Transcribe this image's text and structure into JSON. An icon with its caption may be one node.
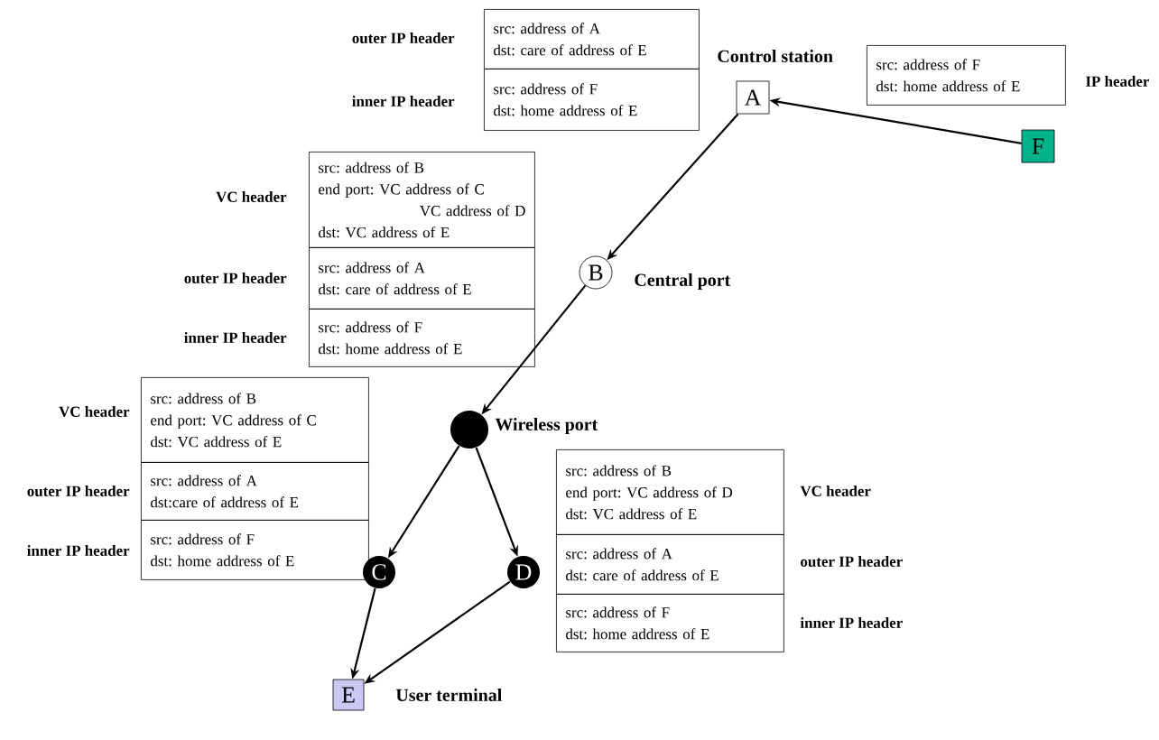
{
  "diagram": {
    "nodes": [
      {
        "text": [
          "A"
        ],
        "beside": [
          "Control station"
        ]
      },
      {
        "text": [
          "F"
        ]
      },
      {
        "text": [
          "B"
        ],
        "beside": [
          "Central port"
        ]
      },
      {
        "text": [],
        "shape": "circle",
        "beside": [
          "Wireless port"
        ]
      },
      {
        "text": [
          "C"
        ]
      },
      {
        "text": [
          "D"
        ]
      },
      {
        "text": [
          "E"
        ],
        "beside": [
          "User terminal"
        ]
      },
      {
        "text": [
          "src: address of A",
          "dst: care of address of E"
        ],
        "beside": [
          "outer IP header"
        ]
      },
      {
        "text": [
          "src: address of F",
          "dst: home address of E"
        ],
        "beside": [
          "inner IP header"
        ]
      },
      {
        "text": [
          "src: address of F",
          "dst: home address of E"
        ],
        "beside": [
          "IP header"
        ]
      },
      {
        "text": [
          "src: address of B",
          "end port: VC address of C",
          "VC address of D",
          "dst: VC address of E"
        ],
        "beside": [
          "VC header"
        ]
      },
      {
        "text": [
          "src: address of A",
          "dst: care of address of E"
        ],
        "beside": [
          "outer IP header"
        ]
      },
      {
        "text": [
          "src: address of F",
          "dst: home address of E"
        ],
        "beside": [
          "inner IP header"
        ]
      },
      {
        "text": [
          "src: address of B",
          "end port: VC address of C",
          "dst: VC address of E"
        ],
        "beside": [
          "VC header"
        ]
      },
      {
        "text": [
          "src: address of A",
          "dst:care of address of E"
        ],
        "beside": [
          "outer IP header"
        ]
      },
      {
        "text": [
          "src: address of F",
          "dst: home address of E"
        ],
        "beside": [
          "inner IP header"
        ]
      },
      {
        "text": [
          "src: address of B",
          "end port: VC address of D",
          "dst: VC address of E"
        ],
        "beside": [
          "VC header"
        ]
      },
      {
        "text": [
          "src: address of A",
          "dst: care of address of E"
        ],
        "beside": [
          "outer IP header"
        ]
      },
      {
        "text": [
          "src: address of F",
          "dst: home address of E"
        ],
        "beside": [
          "inner IP header"
        ]
      }
    ],
    "edges": [
      {
        "from": 1,
        "to": 0,
        "arrow": "to"
      },
      {
        "from": 0,
        "to": 2,
        "arrow": "to"
      },
      {
        "from": 2,
        "to": 3,
        "arrow": "to"
      },
      {
        "from": 3,
        "to": 4,
        "arrow": "to"
      },
      {
        "from": 3,
        "to": 5,
        "arrow": "to"
      },
      {
        "from": 4,
        "to": 6,
        "arrow": "to"
      },
      {
        "from": 5,
        "to": 6,
        "arrow": "to"
      }
    ]
  }
}
